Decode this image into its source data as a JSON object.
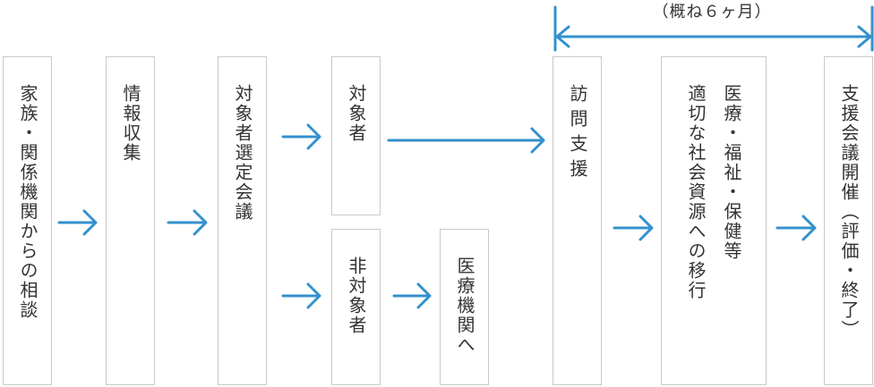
{
  "colors": {
    "arrow": "#3391cc",
    "box_border": "#c9c9c9",
    "text": "#333333"
  },
  "steps": {
    "consultation": "家族・関係機関からの相談",
    "info_gathering": "情報収集",
    "selection_meeting": "対象者選定会議",
    "target": "対象者",
    "non_target": "非対象者",
    "to_medical": "医療機関へ",
    "home_visit": "訪問支援",
    "transition_line1": "医療・福祉・保健等",
    "transition_line2": "適切な社会資源への移行",
    "support_meeting": "支援会議開催（評価・終了）"
  },
  "period_label": "（概ね６ヶ月）"
}
